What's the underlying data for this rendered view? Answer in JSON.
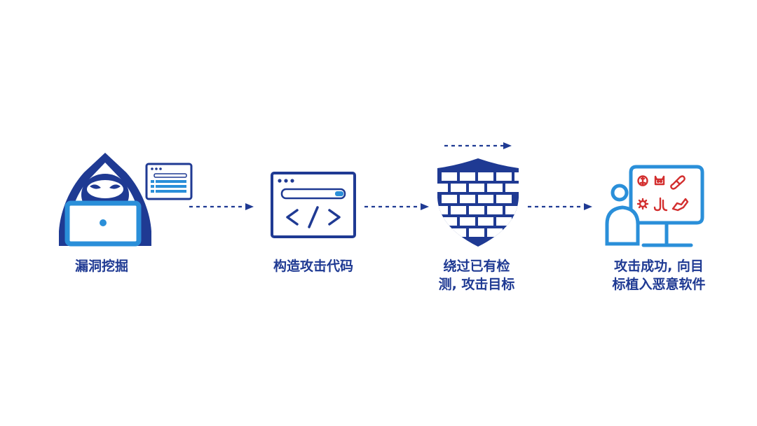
{
  "steps": [
    {
      "id": "discover",
      "lines": [
        "漏洞挖掘"
      ]
    },
    {
      "id": "craft",
      "lines": [
        "构造攻击代码"
      ]
    },
    {
      "id": "bypass",
      "lines": [
        "绕过已有检",
        "测, 攻击目标"
      ]
    },
    {
      "id": "implant",
      "lines": [
        "攻击成功, 向目",
        "标植入恶意软件"
      ]
    }
  ],
  "colors": {
    "navy": "#1f3a93",
    "blue": "#2a8fd9",
    "red": "#d32f2f",
    "white": "#ffffff"
  },
  "icons": {
    "step1": [
      "hooded-hacker-icon",
      "laptop-icon",
      "browser-window-icon"
    ],
    "step2": [
      "code-window-icon"
    ],
    "step3": [
      "firewall-shield-icon",
      "dashed-arrow-icon"
    ],
    "step4": [
      "monitor-icon",
      "user-icon",
      "malware-icons"
    ]
  }
}
